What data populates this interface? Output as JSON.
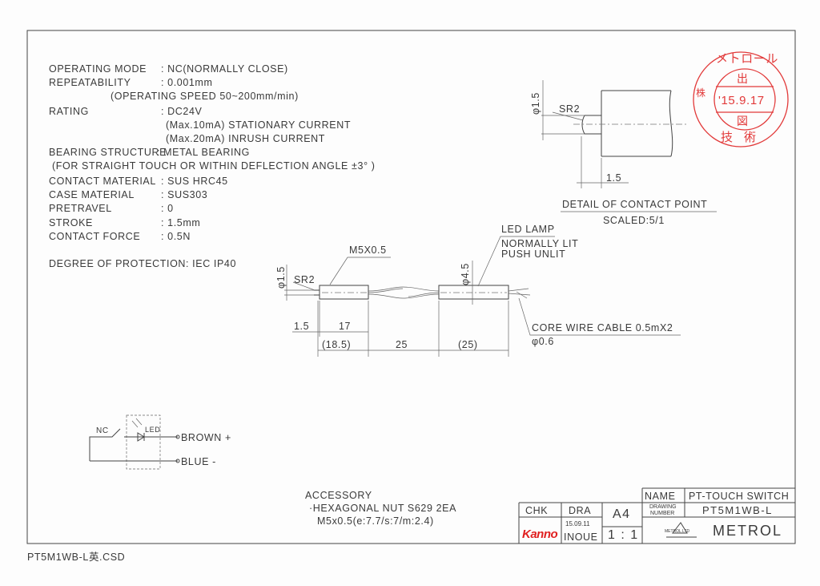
{
  "specs": [
    {
      "label": "OPERATING MODE",
      "value": ": NC(NORMALLY CLOSE)"
    },
    {
      "label": "REPEATABILITY",
      "value": ": 0.001mm"
    },
    {
      "label": "",
      "value": "(OPERATING SPEED  50~200mm/min)"
    },
    {
      "label": "RATING",
      "value": ": DC24V"
    },
    {
      "label": "",
      "value": "(Max.10mA) STATIONARY CURRENT"
    },
    {
      "label": "",
      "value": "(Max.20mA) INRUSH CURRENT"
    },
    {
      "label": "BEARING STRUCTURE",
      "value": ": METAL BEARING"
    },
    {
      "label": "",
      "value": "(FOR STRAIGHT TOUCH OR WITHIN DEFLECTION ANGLE ±3° )"
    },
    {
      "label": "CONTACT MATERIAL",
      "value": ": SUS HRC45"
    },
    {
      "label": "CASE MATERIAL",
      "value": ": SUS303"
    },
    {
      "label": "PRETRAVEL",
      "value": ": 0"
    },
    {
      "label": "STROKE",
      "value": ": 1.5mm"
    },
    {
      "label": "CONTACT FORCE",
      "value": ": 0.5N"
    }
  ],
  "protection": "DEGREE OF PROTECTION: IEC IP40",
  "detail": {
    "dia": "φ1.5",
    "sr": "SR2",
    "len": "1.5",
    "title": "DETAIL OF CONTACT POINT",
    "scale": "SCALED:5/1"
  },
  "stamp": {
    "top": "メトロール",
    "mid1": "出",
    "date": "'15.9.17",
    "mid2": "図",
    "bottom": "技術",
    "left": "株"
  },
  "main": {
    "dia_tip": "φ1.5",
    "sr": "SR2",
    "thread": "M5X0.5",
    "dia_body": "φ4.5",
    "led_lamp": "LED LAMP",
    "led_note1": "NORMALLY LIT",
    "led_note2": "PUSH UNLIT",
    "dim_tip": "1.5",
    "dim_body": "17",
    "dim_total": "(18.5)",
    "dim_cable": "25",
    "dim_led": "(25)",
    "cable": "CORE WIRE CABLE 0.5mX2",
    "cable_dia": "φ0.6"
  },
  "circuit": {
    "nc": "NC",
    "led": "LED",
    "brown": "BROWN +",
    "blue": "BLUE  -"
  },
  "accessory": {
    "title": "ACCESSORY",
    "line1": "·HEXAGONAL NUT  S629  2EA",
    "line2": "M5x0.5(e:7.7/s:7/m:2.4)"
  },
  "title_block": {
    "chk": "CHK",
    "dra": "DRA",
    "size": "A4",
    "scale": "1 : 1",
    "chk_sign": "Kanno",
    "date": "15.09.11",
    "drawer": "INOUE",
    "name_label": "NAME",
    "name": "PT-TOUCH SWITCH",
    "dn_label1": "DRAWING",
    "dn_label2": "NUMBER",
    "number": "PT5M1WB-L",
    "company": "METROL",
    "logo": "METROL LTD"
  },
  "filename": "PT5M1WB-L英.CSD"
}
